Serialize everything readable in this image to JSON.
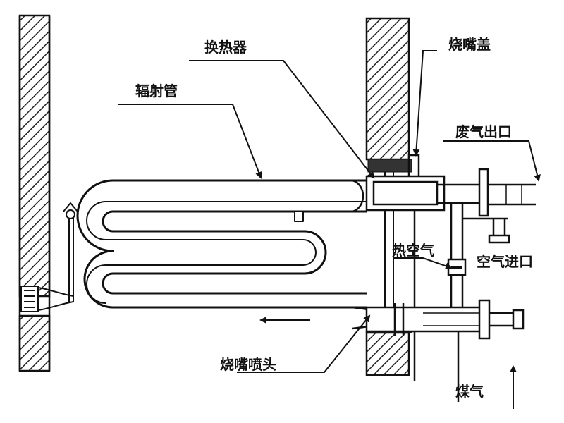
{
  "labels": {
    "heat_exchanger": "换热器",
    "burner_cover": "烧嘴盖",
    "radiant_tube": "辐射管",
    "exhaust_outlet": "废气出口",
    "hot_air": "热空气",
    "air_inlet": "空气进口",
    "burner_nozzle": "烧嘴喷头",
    "gas": "煤气"
  },
  "colors": {
    "line": "#111111",
    "hatch": "#222222",
    "background": "#ffffff"
  }
}
